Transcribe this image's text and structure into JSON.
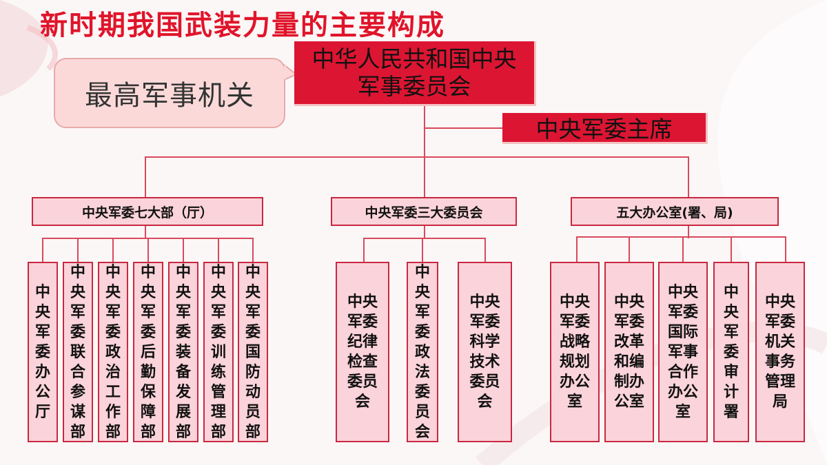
{
  "title": "新时期我国武装力量的主要构成",
  "callout": "最高军事机关",
  "top": "中华人民共和国中央军事委员会",
  "chairman": "中央军委主席",
  "categories": [
    {
      "label": "中央军委七大部（厅）",
      "items": [
        "中央军委办公厅",
        "中央军委联合参谋部",
        "中央军委政治工作部",
        "中央军委后勤保障部",
        "中央军委装备发展部",
        "中央军委训练管理部",
        "中央军委国防动员部"
      ]
    },
    {
      "label": "中央军委三大委员会",
      "items": [
        "中央军委纪律检查委员会",
        "中央军委政法委员会",
        "中央军委科学技术委员会"
      ]
    },
    {
      "label": "五大办公室(署、局)",
      "items": [
        "中央军委战略规划办公室",
        "中央军委改革和编制办公室",
        "中央军委国际军事合作办公室",
        "中央军委审计署",
        "中央军委机关事务管理局"
      ]
    }
  ],
  "colors": {
    "primary_red": "#dc1532",
    "box_fill": "#fbd3da",
    "border": "#c8283f",
    "title_red": "#e0142a"
  }
}
